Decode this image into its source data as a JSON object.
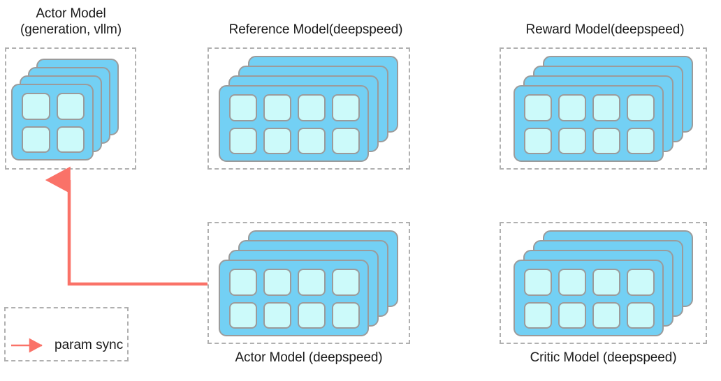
{
  "diagram": {
    "background_color": "#ffffff",
    "card_color": "#73D0F4",
    "cell_color": "#CCFAFA",
    "border_color": "#9b9b9b",
    "dash_color": "#b0b0b0",
    "arrow_color": "#FA7268",
    "groups": [
      {
        "id": "actor-vllm",
        "title": "Actor Model\n(generation, vllm)",
        "title_position": "top",
        "cards": 4,
        "grid_cols": 2,
        "grid_rows": 2,
        "cells": 4
      },
      {
        "id": "reference-model",
        "title": "Reference Model(deepspeed)",
        "title_position": "top",
        "cards": 4,
        "grid_cols": 4,
        "grid_rows": 2,
        "cells": 8
      },
      {
        "id": "reward-model",
        "title": "Reward Model(deepspeed)",
        "title_position": "top",
        "cards": 4,
        "grid_cols": 4,
        "grid_rows": 2,
        "cells": 8
      },
      {
        "id": "actor-deepspeed",
        "title": "Actor Model (deepspeed)",
        "title_position": "bottom",
        "cards": 4,
        "grid_cols": 4,
        "grid_rows": 2,
        "cells": 8
      },
      {
        "id": "critic-model",
        "title": "Critic Model (deepspeed)",
        "title_position": "bottom",
        "cards": 4,
        "grid_cols": 4,
        "grid_rows": 2,
        "cells": 8
      }
    ],
    "connections": [
      {
        "id": "param-sync-arrow",
        "from": "actor-deepspeed",
        "to": "actor-vllm",
        "label": "param sync",
        "color": "#FA7268"
      }
    ],
    "legend": {
      "label": "param sync",
      "arrow_color": "#FA7268"
    }
  }
}
